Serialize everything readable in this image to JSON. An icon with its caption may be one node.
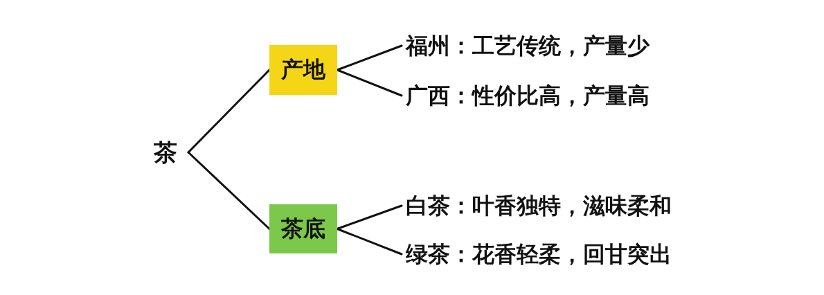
{
  "diagram": {
    "nodes": [
      {
        "text": [
          "茶"
        ]
      },
      {
        "text": [
          "产地"
        ]
      },
      {
        "text": [
          "福州：工艺传统，产量少"
        ]
      },
      {
        "text": [
          "广西：性价比高，产量高"
        ]
      },
      {
        "text": [
          "茶底"
        ]
      },
      {
        "text": [
          "白茶：叶香独特，滋味柔和"
        ]
      },
      {
        "text": [
          "绿茶：花香轻柔，回甘突出"
        ]
      }
    ],
    "edges": [
      {
        "from": 0,
        "to": 1,
        "arrow": "none"
      },
      {
        "from": 0,
        "to": 4,
        "arrow": "none"
      },
      {
        "from": 1,
        "to": 2,
        "arrow": "none"
      },
      {
        "from": 1,
        "to": 3,
        "arrow": "none"
      },
      {
        "from": 4,
        "to": 5,
        "arrow": "none"
      },
      {
        "from": 4,
        "to": 6,
        "arrow": "none"
      }
    ]
  }
}
